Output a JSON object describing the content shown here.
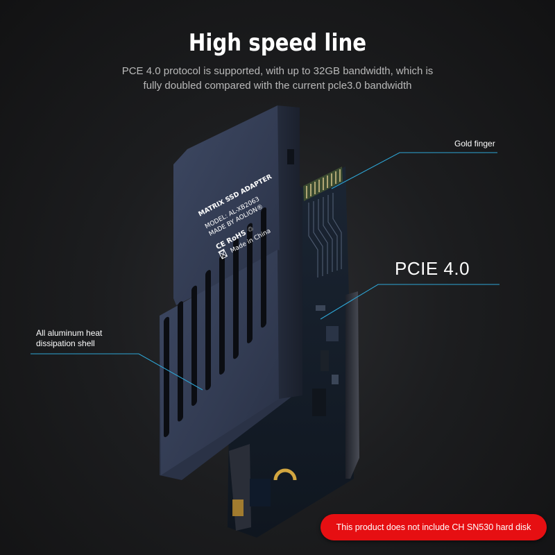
{
  "header": {
    "title": "High speed line",
    "subtitle_line1": "PCE 4.0 protocol is supported, with up to 32GB bandwidth, which is",
    "subtitle_line2": "fully doubled compared with the current pcle3.0 bandwidth"
  },
  "callouts": {
    "gold_finger": "Gold finger",
    "pcie": "PCIE 4.0",
    "shell_line1": "All aluminum heat",
    "shell_line2": "dissipation shell"
  },
  "card_label": {
    "product": "MATRIX SSD ADAPTER",
    "model": "MODEL: AL-XB2063",
    "maker": "MADE BY AOLION®",
    "marks": "CE RoHS ♲",
    "origin": "Made in China"
  },
  "disclaimer": "This product does not include CH SN530 hard disk",
  "colors": {
    "background": "#1c1d1f",
    "shell": "#343e56",
    "callout_line": "#2ea6d6",
    "disclaimer_bg": "#e60f12"
  },
  "icons": [
    "recycle-icon",
    "trash-bin-icon"
  ]
}
